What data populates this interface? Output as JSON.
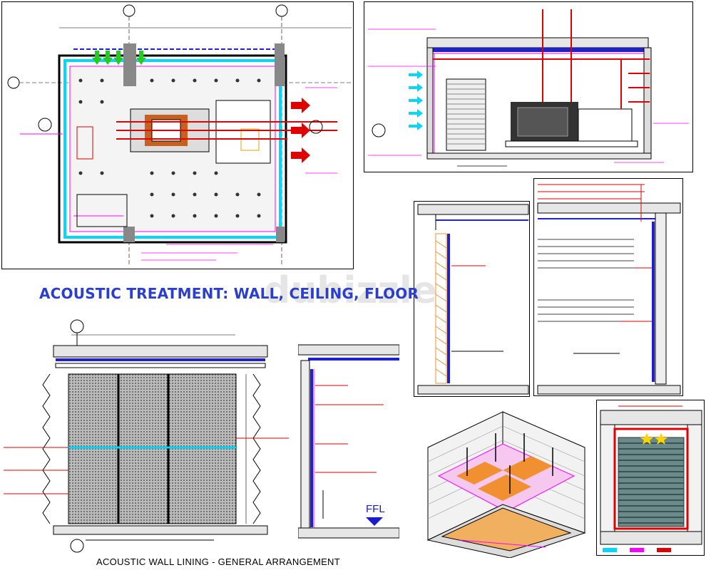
{
  "title": "ACOUSTIC TREATMENT: WALL, CEILING, FLOOR",
  "caption": "ACOUSTIC WALL LINING - GENERAL ARRANGEMENT",
  "watermark": "dubizzle",
  "ffl_label": "FFL",
  "colors": {
    "title": "#2a3fd0",
    "cyan": "#00d8ff",
    "magenta": "#ff00ff",
    "red": "#e00000",
    "green": "#22cc22",
    "orange": "#f09030",
    "panel_grey": "#7a7a7a"
  },
  "icons": {
    "arrow": "red-arrow-icon",
    "section_marker": "section-marker-icon"
  }
}
